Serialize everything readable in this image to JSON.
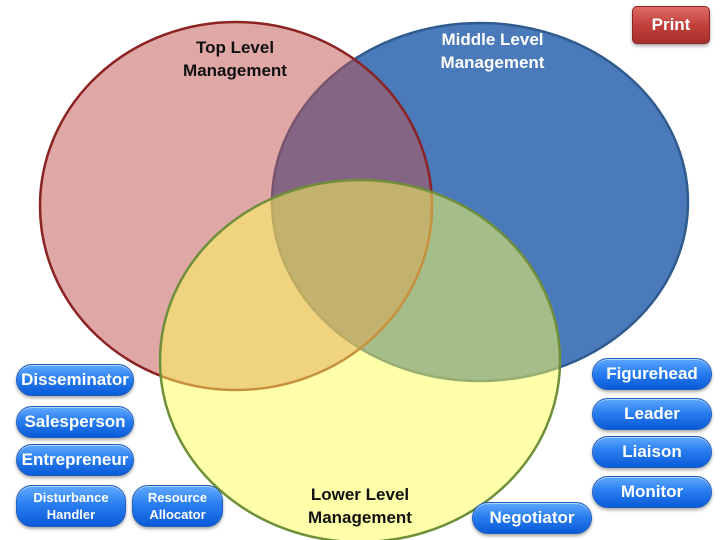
{
  "circles": {
    "top": {
      "label": "Top Level\nManagement",
      "fill": "#c0504d",
      "stroke": "#8b2323"
    },
    "middle": {
      "label": "Middle Level\nManagement",
      "fill": "#1f5aa6",
      "stroke": "#2f5b8f"
    },
    "lower": {
      "label": "Lower Level\nManagement",
      "fill": "#ffff66",
      "stroke": "#6f8f3a"
    }
  },
  "print_button": {
    "label": "Print",
    "color": "#c0403c"
  },
  "roles_left": [
    {
      "label": "Disseminator"
    },
    {
      "label": "Salesperson"
    },
    {
      "label": "Entrepreneur"
    },
    {
      "label": "Disturbance\nHandler"
    },
    {
      "label": "Resource\nAllocator"
    }
  ],
  "roles_right": [
    {
      "label": "Figurehead"
    },
    {
      "label": "Leader"
    },
    {
      "label": "Liaison"
    },
    {
      "label": "Monitor"
    }
  ],
  "roles_bottom": [
    {
      "label": "Negotiator"
    }
  ],
  "button_color": "#2a7ff0"
}
